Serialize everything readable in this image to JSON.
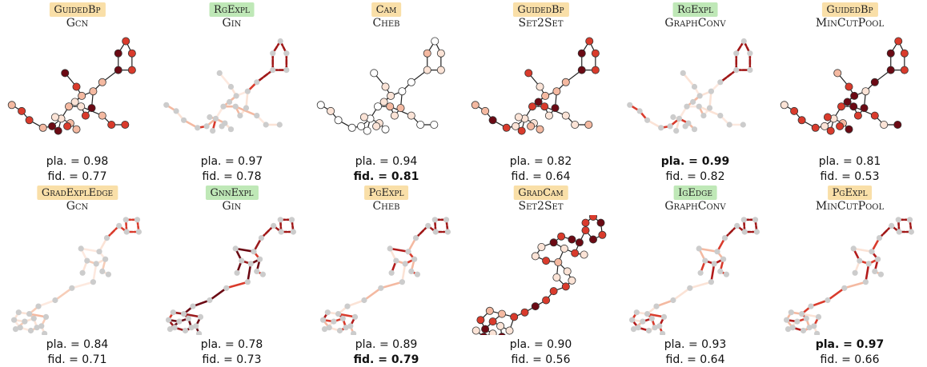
{
  "panels": [
    {
      "method": "GuidedBp",
      "method_color": "orange",
      "model": "Gcn",
      "pla": "pla. = 0.98",
      "fid": "fid. = 0.77",
      "bold": "",
      "graph": "A",
      "style": "node"
    },
    {
      "method": "RgExpl",
      "method_color": "green",
      "model": "Gin",
      "pla": "pla. = 0.97",
      "fid": "fid. = 0.78",
      "bold": "",
      "graph": "A",
      "style": "edge"
    },
    {
      "method": "Cam",
      "method_color": "orange",
      "model": "Cheb",
      "pla": "pla. = 0.94",
      "fid": "fid. = 0.81",
      "bold": "fid",
      "graph": "A",
      "style": "node-light"
    },
    {
      "method": "GuidedBp",
      "method_color": "orange",
      "model": "Set2Set",
      "pla": "pla. = 0.82",
      "fid": "fid. = 0.64",
      "bold": "",
      "graph": "A",
      "style": "node"
    },
    {
      "method": "RgExpl",
      "method_color": "green",
      "model": "GraphConv",
      "pla": "pla. = 0.99",
      "fid": "fid. = 0.82",
      "bold": "pla",
      "graph": "A",
      "style": "edge"
    },
    {
      "method": "GuidedBp",
      "method_color": "orange",
      "model": "MinCutPool",
      "pla": "pla. = 0.81",
      "fid": "fid. = 0.53",
      "bold": "",
      "graph": "A",
      "style": "node-dark"
    },
    {
      "method": "GradExplEdge",
      "method_color": "orange",
      "model": "Gcn",
      "pla": "pla. = 0.84",
      "fid": "fid. = 0.71",
      "bold": "",
      "graph": "B",
      "style": "edge-light"
    },
    {
      "method": "GnnExpl",
      "method_color": "green",
      "model": "Gin",
      "pla": "pla. = 0.78",
      "fid": "fid. = 0.73",
      "bold": "",
      "graph": "B",
      "style": "edge-dark"
    },
    {
      "method": "PgExpl",
      "method_color": "orange",
      "model": "Cheb",
      "pla": "pla. = 0.89",
      "fid": "fid. = 0.79",
      "bold": "fid",
      "graph": "B",
      "style": "edge-mid"
    },
    {
      "method": "GradCam",
      "method_color": "orange",
      "model": "Set2Set",
      "pla": "pla. = 0.90",
      "fid": "fid. = 0.56",
      "bold": "",
      "graph": "C",
      "style": "node-dark"
    },
    {
      "method": "IgEdge",
      "method_color": "green",
      "model": "GraphConv",
      "pla": "pla. = 0.93",
      "fid": "fid. = 0.64",
      "bold": "",
      "graph": "B",
      "style": "edge-mid"
    },
    {
      "method": "PgExpl",
      "method_color": "orange",
      "model": "MinCutPool",
      "pla": "pla. = 0.97",
      "fid": "fid. = 0.66",
      "bold": "pla",
      "graph": "B",
      "style": "edge-mid"
    }
  ],
  "colors": {
    "tag_orange": "#f9dfa8",
    "tag_green": "#bfe8b7",
    "dark_red": "#6b0a14",
    "red": "#d93b2c",
    "light_red": "#f4b9a1",
    "pale": "#fbe3d6",
    "gray": "#cccccc"
  }
}
